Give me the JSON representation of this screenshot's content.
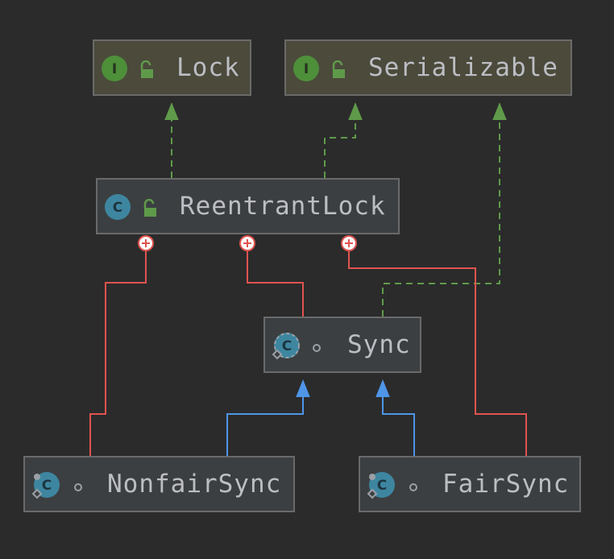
{
  "diagram": {
    "nodes": {
      "lock": {
        "label": "Lock",
        "kind": "interface",
        "badge": "I",
        "visibility": "public"
      },
      "serializable": {
        "label": "Serializable",
        "kind": "interface",
        "badge": "I",
        "visibility": "public"
      },
      "reentrantlock": {
        "label": "ReentrantLock",
        "kind": "class",
        "badge": "C",
        "visibility": "public"
      },
      "sync": {
        "label": "Sync",
        "kind": "abstract-static-class",
        "badge": "C",
        "visibility": "package-private"
      },
      "nonfairsync": {
        "label": "NonfairSync",
        "kind": "static-class",
        "badge": "C",
        "visibility": "package-private"
      },
      "fairsync": {
        "label": "FairSync",
        "kind": "static-class",
        "badge": "C",
        "visibility": "package-private"
      }
    },
    "edges": [
      {
        "from": "reentrantlock",
        "to": "lock",
        "type": "implements"
      },
      {
        "from": "reentrantlock",
        "to": "serializable",
        "type": "implements"
      },
      {
        "from": "sync",
        "to": "serializable",
        "type": "implements"
      },
      {
        "from": "nonfairsync",
        "to": "sync",
        "type": "extends"
      },
      {
        "from": "fairsync",
        "to": "sync",
        "type": "extends"
      },
      {
        "from": "reentrantlock",
        "to": "nonfairsync",
        "type": "inner-class"
      },
      {
        "from": "reentrantlock",
        "to": "sync",
        "type": "inner-class"
      },
      {
        "from": "reentrantlock",
        "to": "fairsync",
        "type": "inner-class"
      }
    ]
  },
  "colors": {
    "background": "#2b2b2b",
    "interface_fill": "#4b4a3b",
    "class_fill": "#3c3f41",
    "border": "#6a6a6a",
    "text": "#bcbec4",
    "implements_edge": "#5f9a4a",
    "extends_edge": "#4f95e8",
    "inner_class_edge": "#e0534f",
    "interface_badge": "#4e8f3a",
    "class_badge": "#3e86a0"
  },
  "icons": {
    "interface": "interface-icon",
    "class": "class-icon",
    "unlocked": "unlocked-padlock-icon",
    "package_private": "package-private-dot-icon",
    "static": "static-pin-icon",
    "inner_class_marker": "circle-plus-icon"
  }
}
